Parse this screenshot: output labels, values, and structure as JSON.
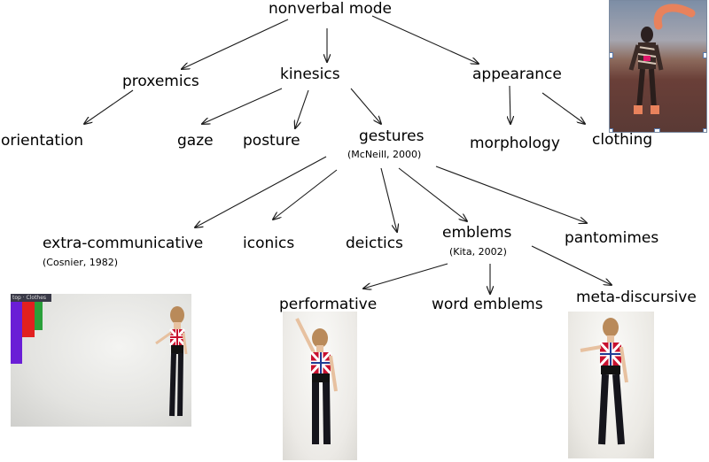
{
  "nodes": {
    "root": "nonverbal mode",
    "proxemics": "proxemics",
    "kinesics": "kinesics",
    "appearance": "appearance",
    "orientation": "orientation",
    "gaze": "gaze",
    "posture": "posture",
    "gestures": "gestures",
    "gestures_cite": "(McNeill, 2000)",
    "morphology": "morphology",
    "clothing": "clothing",
    "extra_communicative": "extra-communicative",
    "extra_cite": "(Cosnier, 1982)",
    "iconics": "iconics",
    "deictics": "deictics",
    "emblems": "emblems",
    "emblems_cite": "(Kita, 2002)",
    "pantomimes": "pantomimes",
    "performative": "performative",
    "word_emblems": "word emblems",
    "meta_discursive": "meta-discursive"
  },
  "photos": {
    "extra_overlay": "top · Clothes"
  },
  "colors": {
    "arrow": "#1a1a1a",
    "text": "#000000"
  }
}
